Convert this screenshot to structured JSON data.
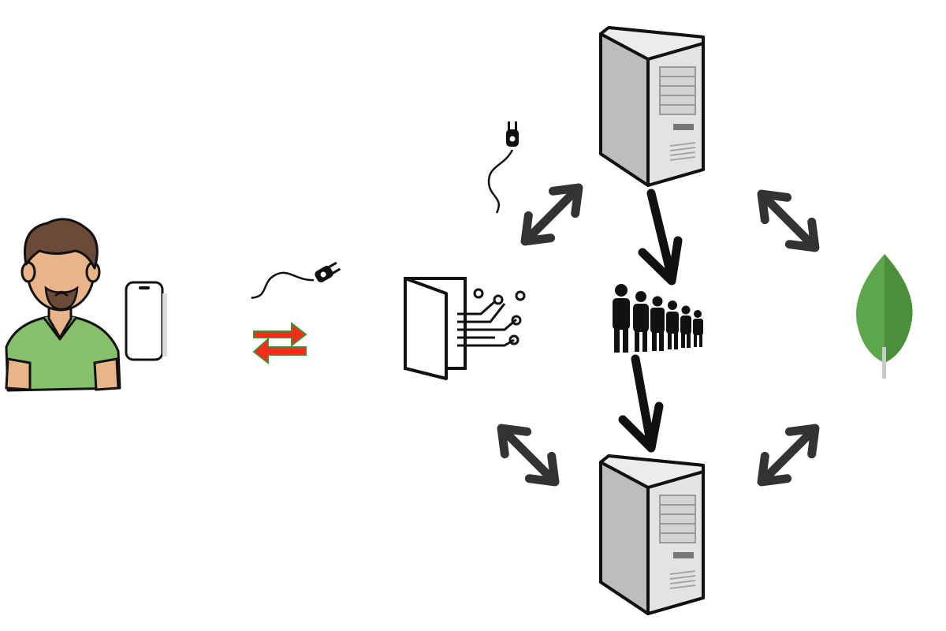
{
  "diagram": {
    "nodes": [
      {
        "id": "user",
        "kind": "person-with-phone"
      },
      {
        "id": "socket-link",
        "kind": "bidirectional-websocket"
      },
      {
        "id": "gateway",
        "kind": "api-gateway"
      },
      {
        "id": "server-top",
        "kind": "server"
      },
      {
        "id": "queue",
        "kind": "message-queue"
      },
      {
        "id": "server-bottom",
        "kind": "server"
      },
      {
        "id": "database",
        "kind": "mongodb"
      }
    ],
    "edges": [
      {
        "from": "gateway",
        "to": "server-top",
        "style": "double-arrow"
      },
      {
        "from": "gateway",
        "to": "server-bottom",
        "style": "double-arrow"
      },
      {
        "from": "server-top",
        "to": "database",
        "style": "double-arrow"
      },
      {
        "from": "server-bottom",
        "to": "database",
        "style": "double-arrow"
      },
      {
        "from": "server-top",
        "to": "queue",
        "style": "arrow"
      },
      {
        "from": "queue",
        "to": "server-bottom",
        "style": "arrow"
      }
    ]
  },
  "icons": {
    "person": "person-icon",
    "phone": "phone-icon",
    "plug": "plug-icon",
    "swap": "swap-arrows-icon",
    "gateway": "gateway-door-icon",
    "server": "server-icon",
    "queue": "people-queue-icon",
    "database": "mongodb-leaf-icon"
  },
  "colors": {
    "skin": "#e8b48a",
    "shirt": "#86c06a",
    "hair": "#6b4a3a",
    "server_body": "#d9d9d9",
    "server_side": "#bdbdbd",
    "arrow_dark": "#333333",
    "swap_red": "#ff2a1a",
    "swap_green": "#4e8b2e",
    "leaf_green": "#5ea64b",
    "leaf_dark": "#4a8f3a"
  }
}
